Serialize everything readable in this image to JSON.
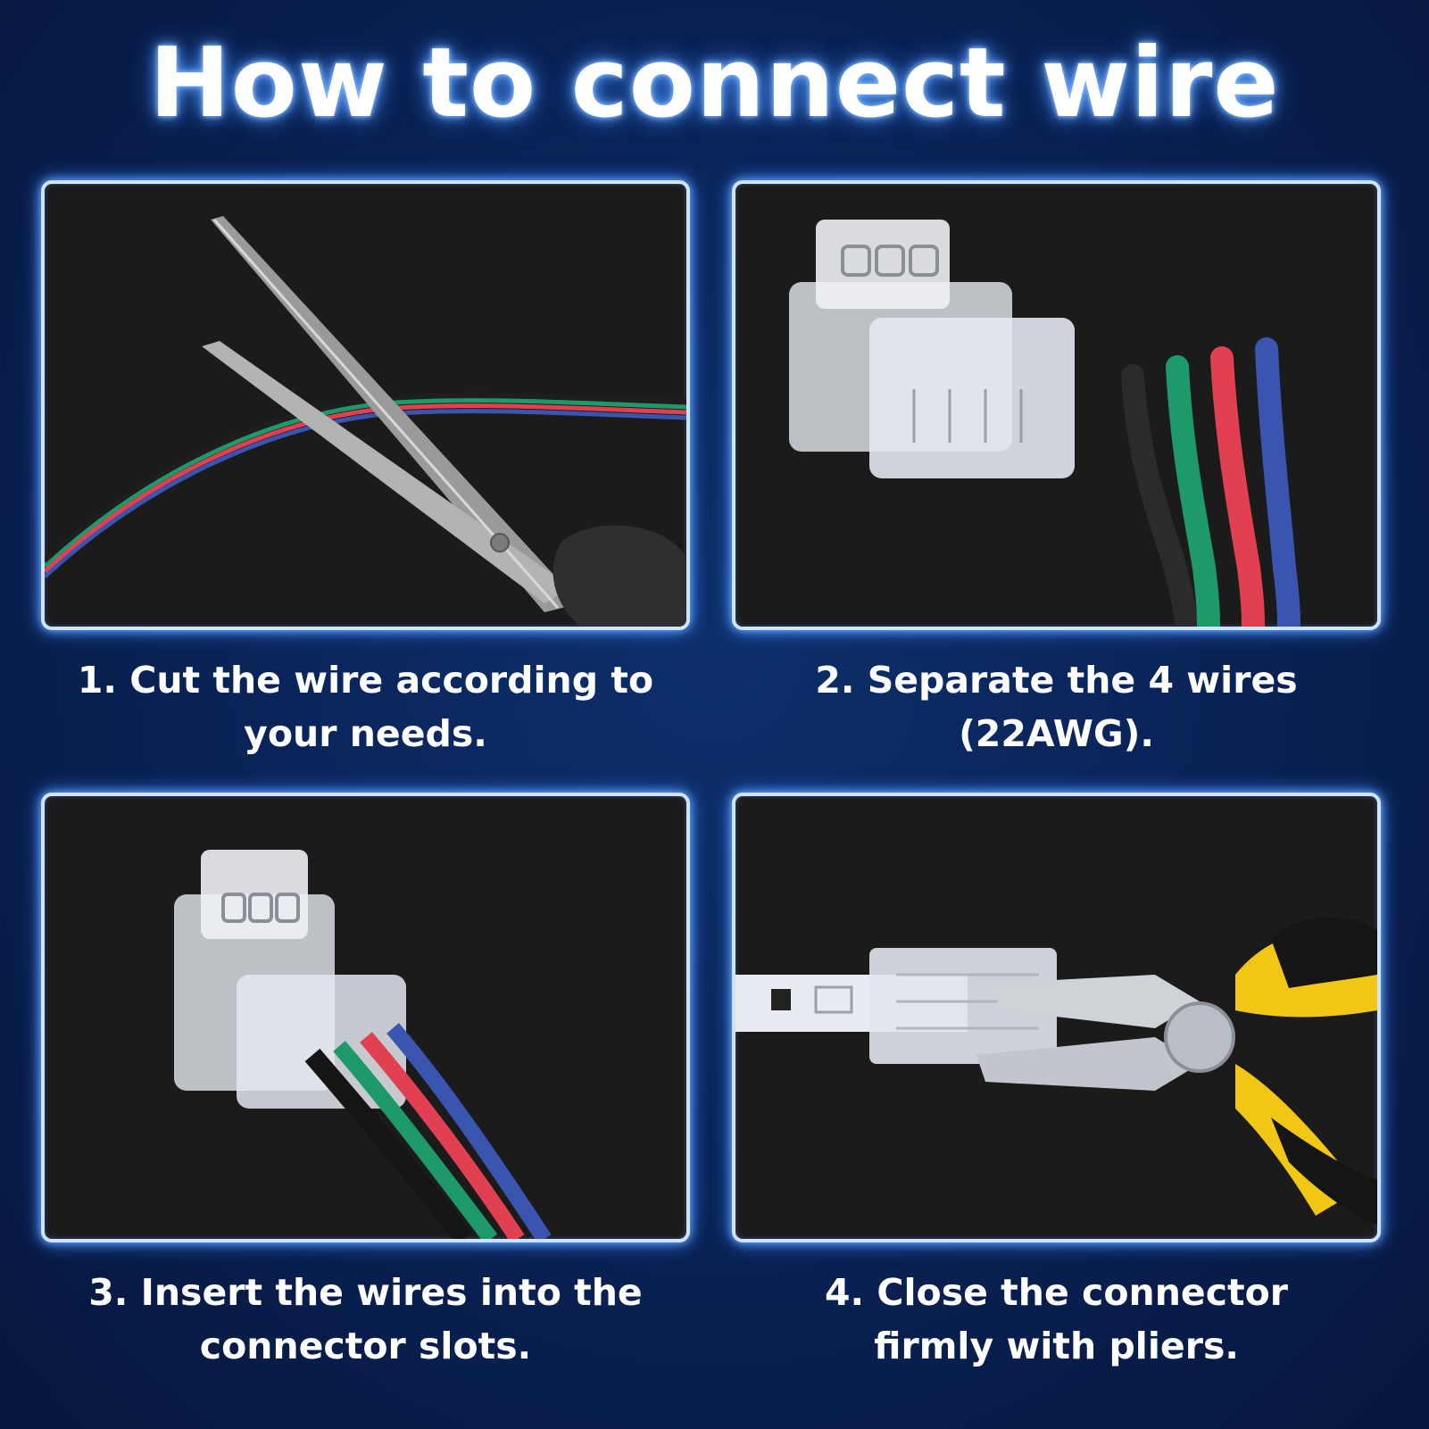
{
  "title": "How to connect wire",
  "steps": [
    {
      "line1": "1. Cut the wire according to",
      "line2": "your needs."
    },
    {
      "line1": "2. Separate the 4 wires",
      "line2": "(22AWG)."
    },
    {
      "line1": "3. Insert the wires into the",
      "line2": "connector slots."
    },
    {
      "line1": "4. Close the connector",
      "line2": "firmly with pliers."
    }
  ],
  "colors": {
    "background": "#0a2459",
    "panel": "#1b1b1b",
    "glow": "#6fb0ff",
    "wire_black": "#222222",
    "wire_green": "#1e9a6a",
    "wire_red": "#e0404f",
    "wire_blue": "#3a55b0"
  },
  "icons": [
    "scissors-icon",
    "connector-icon",
    "wires-icon",
    "pliers-icon",
    "led-strip-icon"
  ]
}
